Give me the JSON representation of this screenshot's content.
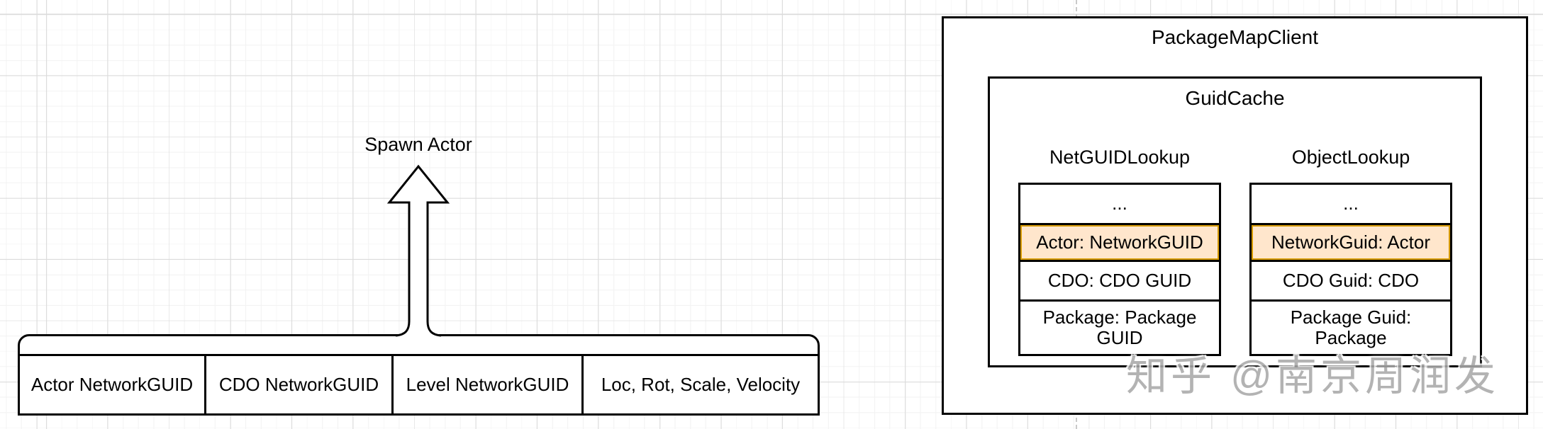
{
  "diagram": {
    "spawn": {
      "label": "Spawn Actor",
      "cells": [
        "Actor NetworkGUID",
        "CDO NetworkGUID",
        "Level NetworkGUID",
        "Loc, Rot, Scale, Velocity"
      ]
    },
    "package_map_client": {
      "title": "PackageMapClient",
      "guid_cache": {
        "title": "GuidCache",
        "lookups": [
          {
            "label": "NetGUIDLookup",
            "rows": [
              {
                "text": "...",
                "highlighted": false
              },
              {
                "text": "Actor:  NetworkGUID",
                "highlighted": true
              },
              {
                "text": "CDO:  CDO GUID",
                "highlighted": false
              },
              {
                "text": "Package:  Package\nGUID",
                "highlighted": false
              }
            ]
          },
          {
            "label": "ObjectLookup",
            "rows": [
              {
                "text": "...",
                "highlighted": false
              },
              {
                "text": "NetworkGuid:  Actor",
                "highlighted": true
              },
              {
                "text": "CDO Guid:  CDO",
                "highlighted": false
              },
              {
                "text": "Package Guid:\nPackage",
                "highlighted": false
              }
            ]
          }
        ]
      }
    },
    "watermark": "知乎 @南京周润发",
    "colors": {
      "stroke": "#000000",
      "highlight_fill": "#ffe6cc",
      "highlight_stroke": "#d79b00",
      "grid_minor": "#f3f3f3",
      "grid_major": "#dcdcdc",
      "page_divider": "#c9c9c9",
      "watermark_gray": "#a9a9a9"
    }
  }
}
